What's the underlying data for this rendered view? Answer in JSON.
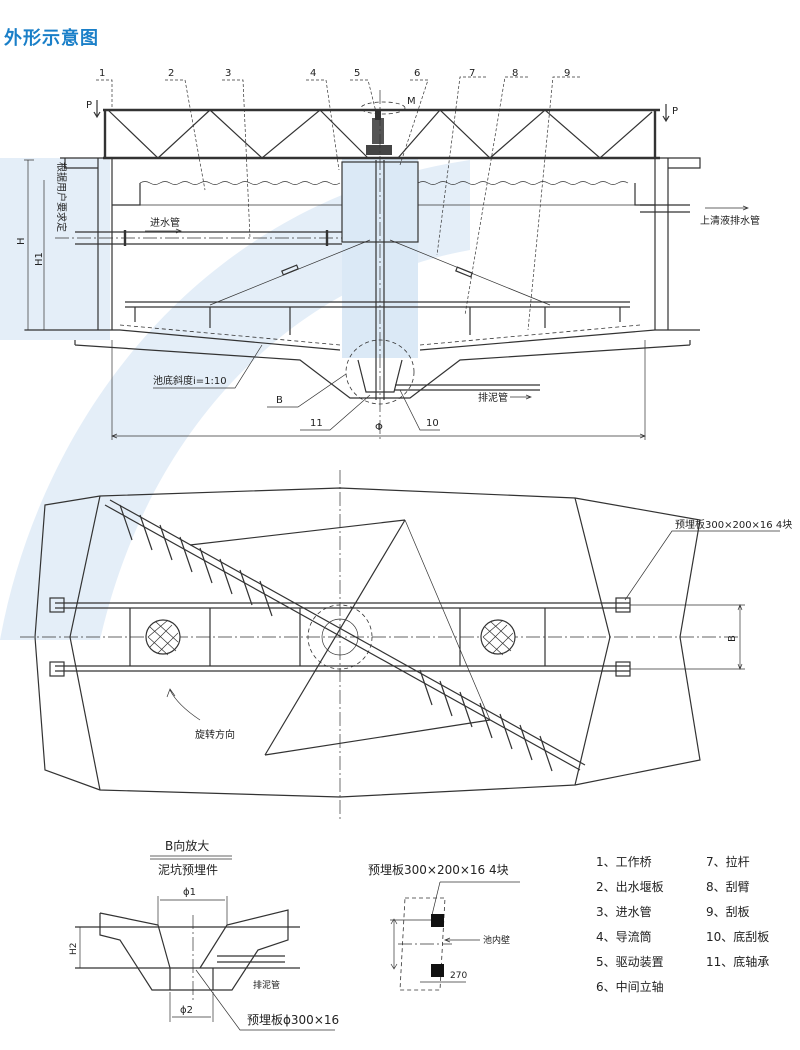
{
  "title": "外形示意图",
  "colors": {
    "accent": "#1a7fc8",
    "watermark": "#e4eef8"
  },
  "elevation": {
    "part_numbers": [
      "1",
      "2",
      "3",
      "4",
      "5",
      "6",
      "7",
      "8",
      "9"
    ],
    "load_label_left": "P",
    "load_label_right": "P",
    "moment_label": "M",
    "inlet_pipe": "进水管",
    "supernatant_outlet": "上清液排水管",
    "user_defined": "根据用户要求定",
    "height_H": "H",
    "height_H1": "H1",
    "bottom_slope": "池底斜度i=1:10",
    "detail_B": "B",
    "label_11": "11",
    "label_10": "10",
    "sludge_pipe": "排泥管",
    "diameter": "Φ"
  },
  "plan": {
    "embedded_plate": "预埋板300×200×16  4块",
    "dim_B": "B",
    "rotation_direction": "旋转方向"
  },
  "detail": {
    "heading": "B向放大",
    "subheading": "泥坑预埋件",
    "phi1": "ϕ1",
    "phi2": "ϕ2",
    "h2": "H2",
    "sludge_pipe": "排泥管",
    "plate_round": "预埋板ϕ300×16"
  },
  "wall_detail": {
    "heading": "预埋板300×200×16  4块",
    "inner_wall": "池内壁",
    "dim_270": "270"
  },
  "legend": [
    "1、工作桥",
    "2、出水堰板",
    "3、进水管",
    "4、导流筒",
    "5、驱动装置",
    "6、中间立轴",
    "7、拉杆",
    "8、刮臂",
    "9、刮板",
    "10、底刮板",
    "11、底轴承"
  ]
}
